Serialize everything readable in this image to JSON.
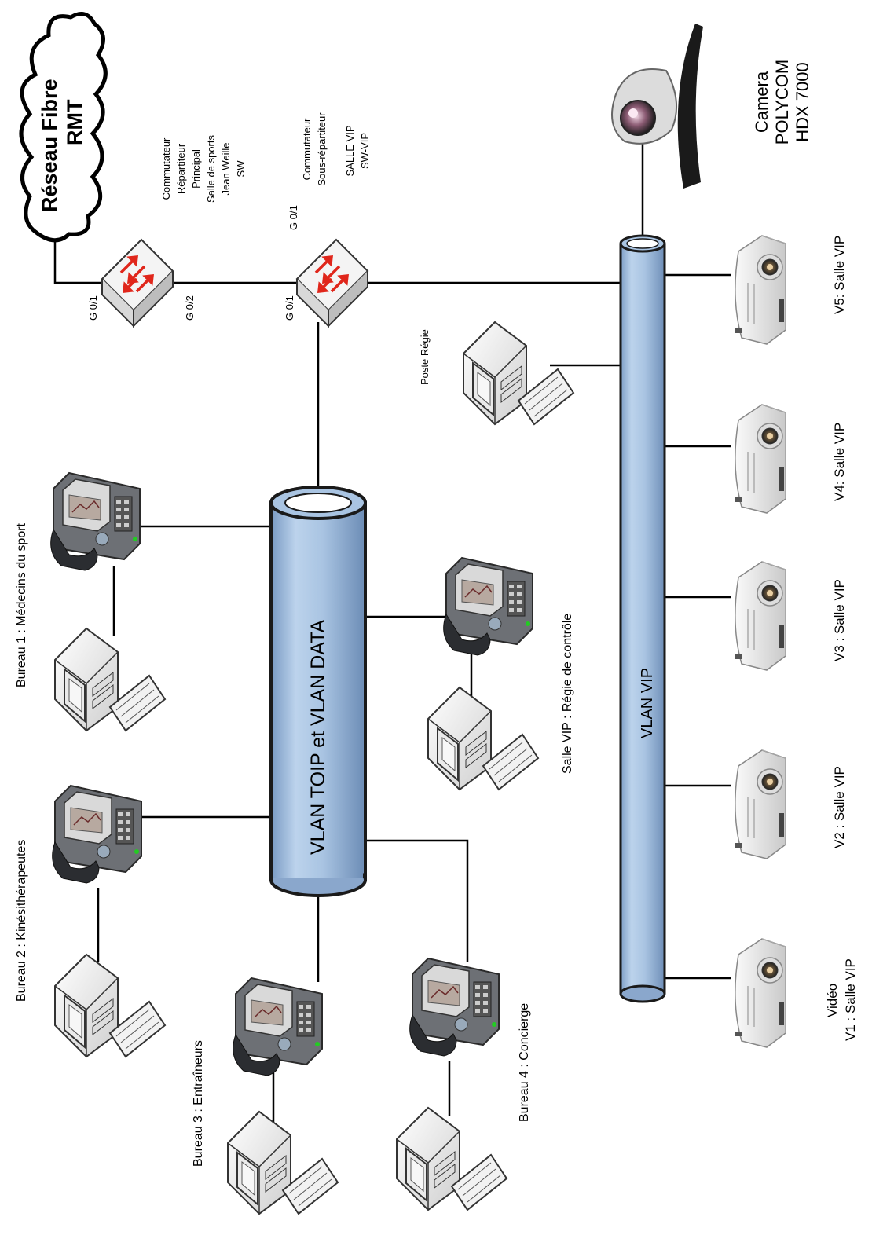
{
  "cloud": {
    "line1": "Réseau Fibre",
    "line2": "RMT"
  },
  "switch_main": {
    "label_lines": [
      "Commutateur",
      "Répartiteur",
      "Principal",
      "Salle de sports",
      "Jean Weille",
      "SW"
    ],
    "port_in": "G 0/1",
    "port_out": "G 0/2"
  },
  "switch_sub": {
    "label_lines": [
      "Commutateur",
      "Sous-répartiteur"
    ],
    "label_lines2": [
      "SALLE VIP",
      "SW-VIP"
    ],
    "port_top": "G 0/1",
    "port_bottom": "G 0/1"
  },
  "camera": {
    "lines": [
      "Camera",
      "POLYCOM",
      "HDX 7000"
    ]
  },
  "vlan_toip": {
    "label": "VLAN TOIP et VLAN  DATA"
  },
  "vlan_vip": {
    "label": "VLAN VIP"
  },
  "poste_regie": {
    "label": "Poste Régie"
  },
  "offices": [
    {
      "label": "Bureau 1 : Médecins du sport"
    },
    {
      "label": "Bureau 2 : Kinésithérapeutes"
    },
    {
      "label": "Bureau 3 : Entraîneurs"
    },
    {
      "label": "Bureau 4 : Concierge"
    },
    {
      "label": "Salle VIP : Régie de contrôle"
    }
  ],
  "projectors": [
    {
      "label": "V5: Salle VIP"
    },
    {
      "label": "V4: Salle VIP"
    },
    {
      "label": "V3 : Salle VIP"
    },
    {
      "label": "V2 : Salle VIP"
    },
    {
      "label_line1": "Vidéo",
      "label_line2": "V1 : Salle VIP"
    }
  ],
  "colors": {
    "pipe_fill": "#a9c4e2",
    "pipe_edge": "#1a1a1a",
    "switch_arrow": "#e0261b",
    "line": "#000000"
  }
}
